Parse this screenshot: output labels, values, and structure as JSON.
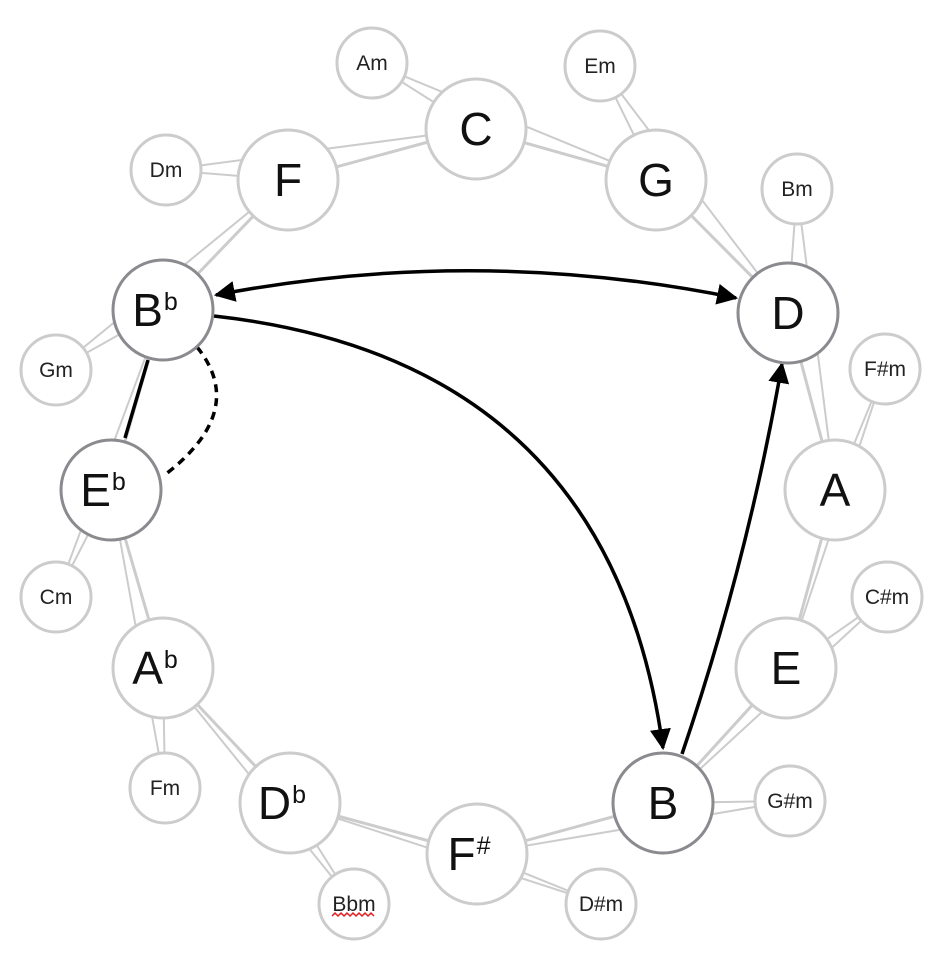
{
  "diagram": {
    "major_keys": [
      {
        "id": "C",
        "root": "C",
        "accidental": "",
        "highlighted": false
      },
      {
        "id": "G",
        "root": "G",
        "accidental": "",
        "highlighted": false
      },
      {
        "id": "D",
        "root": "D",
        "accidental": "",
        "highlighted": true
      },
      {
        "id": "A",
        "root": "A",
        "accidental": "",
        "highlighted": false
      },
      {
        "id": "E",
        "root": "E",
        "accidental": "",
        "highlighted": false
      },
      {
        "id": "B",
        "root": "B",
        "accidental": "",
        "highlighted": true
      },
      {
        "id": "Fs",
        "root": "F",
        "accidental": "#",
        "highlighted": false
      },
      {
        "id": "Db",
        "root": "D",
        "accidental": "b",
        "highlighted": false
      },
      {
        "id": "Ab",
        "root": "A",
        "accidental": "b",
        "highlighted": false
      },
      {
        "id": "Eb",
        "root": "E",
        "accidental": "b",
        "highlighted": true
      },
      {
        "id": "Bb",
        "root": "B",
        "accidental": "b",
        "highlighted": true
      },
      {
        "id": "F",
        "root": "F",
        "accidental": "",
        "highlighted": false
      }
    ],
    "minor_keys": [
      {
        "id": "Am",
        "label": "Am"
      },
      {
        "id": "Em",
        "label": "Em"
      },
      {
        "id": "Bm",
        "label": "Bm"
      },
      {
        "id": "Fsm",
        "label": "F#m"
      },
      {
        "id": "Csm",
        "label": "C#m"
      },
      {
        "id": "Gsm",
        "label": "G#m"
      },
      {
        "id": "Dsm",
        "label": "D#m"
      },
      {
        "id": "Bbm",
        "label": "Bbm",
        "spellcheck_underline": true
      },
      {
        "id": "Fm",
        "label": "Fm"
      },
      {
        "id": "Cm",
        "label": "Cm"
      },
      {
        "id": "Gm",
        "label": "Gm"
      },
      {
        "id": "Dm",
        "label": "Dm"
      }
    ],
    "relations": [
      {
        "from": "Bb",
        "to": "D",
        "style": "arrow-both"
      },
      {
        "from": "Bb",
        "to": "B",
        "style": "arrow-end"
      },
      {
        "from": "B",
        "to": "D",
        "style": "arrow-end"
      },
      {
        "from": "Bb",
        "to": "Eb",
        "style": "solid"
      },
      {
        "from": "Bb",
        "to": "Eb",
        "style": "dashed"
      }
    ],
    "colors": {
      "ring_light": "#cccccc",
      "ring_highlight": "#8a8a8f",
      "arrow": "#000000",
      "spellcheck": "#e02020"
    }
  }
}
